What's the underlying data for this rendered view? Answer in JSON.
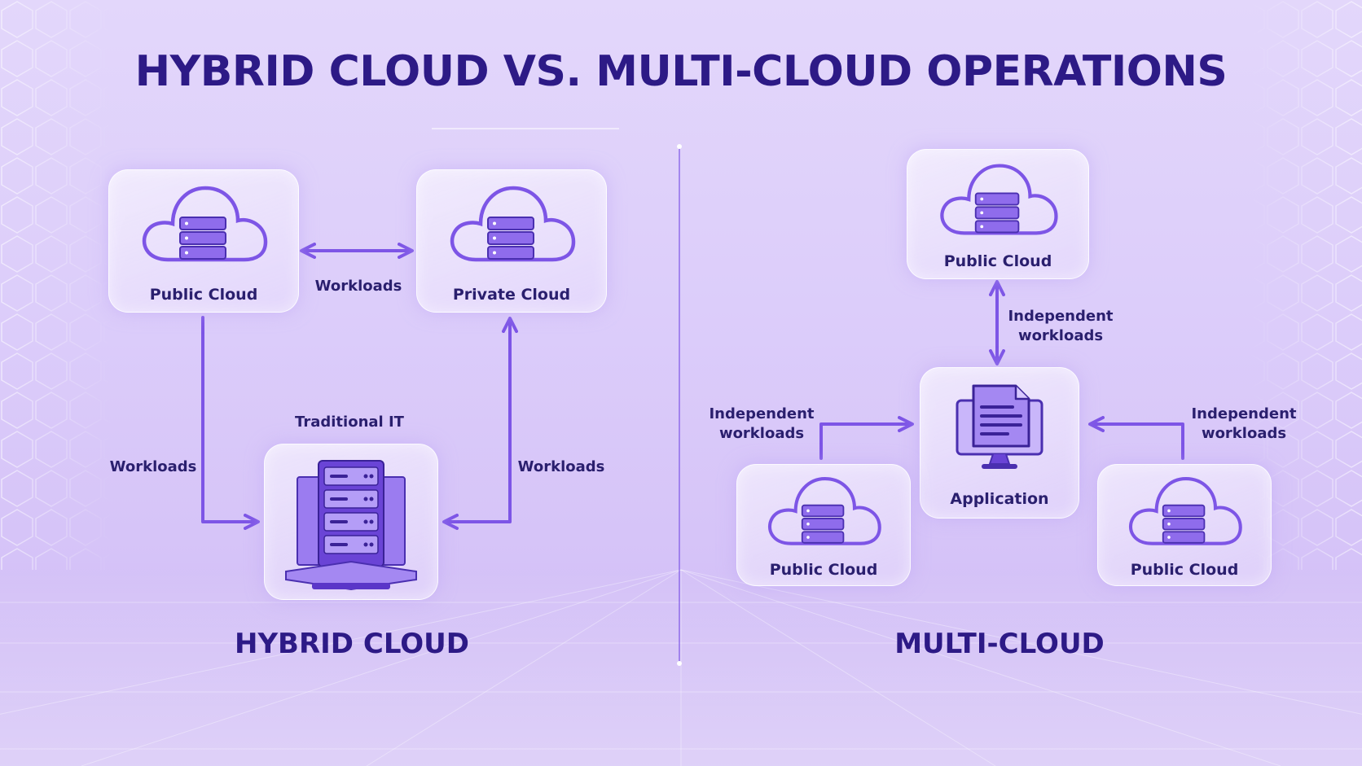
{
  "title": "HYBRID CLOUD VS. MULTI-CLOUD OPERATIONS",
  "hybrid": {
    "section_title": "HYBRID CLOUD",
    "public_cloud": "Public Cloud",
    "private_cloud": "Private Cloud",
    "traditional_it": "Traditional IT",
    "workloads_top": "Workloads",
    "workloads_left": "Workloads",
    "workloads_right": "Workloads"
  },
  "multi": {
    "section_title": "MULTI-CLOUD",
    "public_cloud_top": "Public Cloud",
    "public_cloud_left": "Public Cloud",
    "public_cloud_right": "Public Cloud",
    "application": "Application",
    "independent_top": [
      "Independent",
      "workloads"
    ],
    "independent_left": [
      "Independent",
      "workloads"
    ],
    "independent_right": [
      "Independent",
      "workloads"
    ]
  },
  "colors": {
    "accent": "#7d55e6",
    "title": "#2d1a86",
    "background": "#ddd0fa"
  }
}
